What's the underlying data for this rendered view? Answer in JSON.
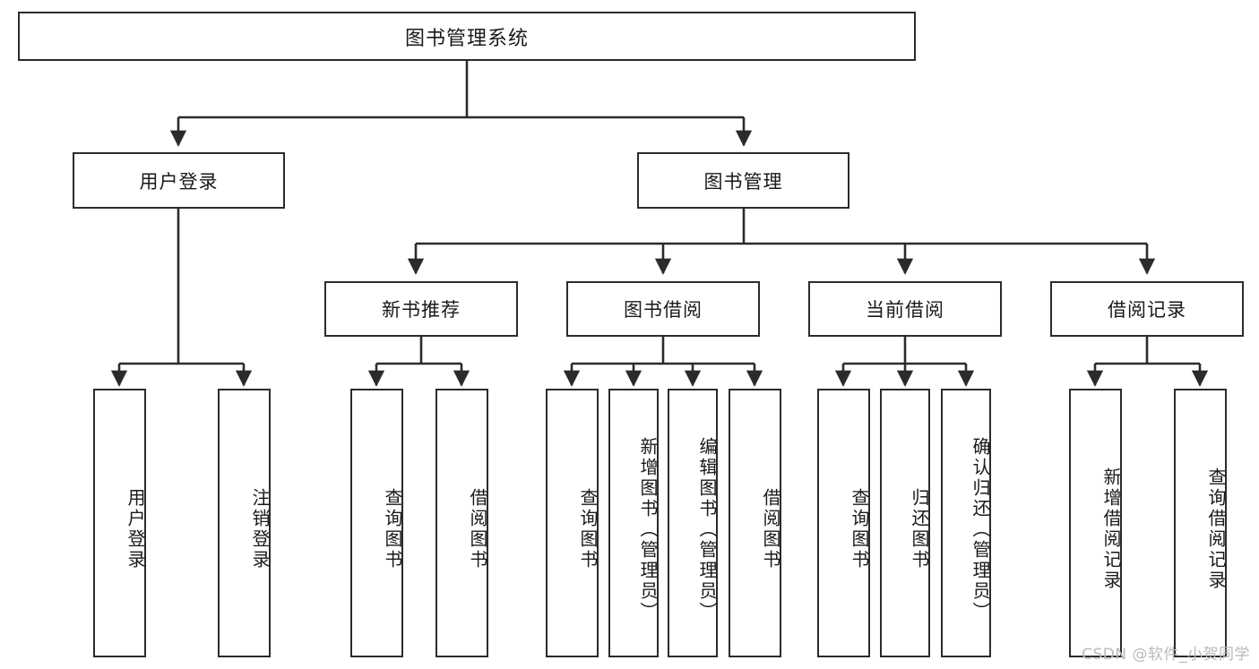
{
  "diagram": {
    "title": "图书管理系统",
    "watermark": "CSDN @软件_小贺同学",
    "colors": {
      "box_border": "#2b2b2b",
      "box_fill": "#ffffff",
      "line": "#2b2b2b",
      "text": "#1a1a1a",
      "watermark": "#b9b9b9",
      "background": "#ffffff"
    },
    "root": {
      "label": "图书管理系统"
    },
    "level2": [
      {
        "label": "用户登录"
      },
      {
        "label": "图书管理"
      }
    ],
    "level3": [
      {
        "label": "新书推荐"
      },
      {
        "label": "图书借阅"
      },
      {
        "label": "当前借阅"
      },
      {
        "label": "借阅记录"
      }
    ],
    "leaves": {
      "user_login": [
        {
          "label": "用户登录"
        },
        {
          "label": "注销登录"
        }
      ],
      "new_book_recommend": [
        {
          "label": "查询图书"
        },
        {
          "label": "借阅图书"
        }
      ],
      "book_borrow": [
        {
          "label": "查询图书"
        },
        {
          "label": "新增图书（管理员）"
        },
        {
          "label": "编辑图书（管理员）"
        },
        {
          "label": "借阅图书"
        }
      ],
      "current_borrow": [
        {
          "label": "查询图书"
        },
        {
          "label": "归还图书"
        },
        {
          "label": "确认归还（管理员）"
        }
      ],
      "borrow_record": [
        {
          "label": "新增借阅记录"
        },
        {
          "label": "查询借阅记录"
        }
      ]
    }
  }
}
